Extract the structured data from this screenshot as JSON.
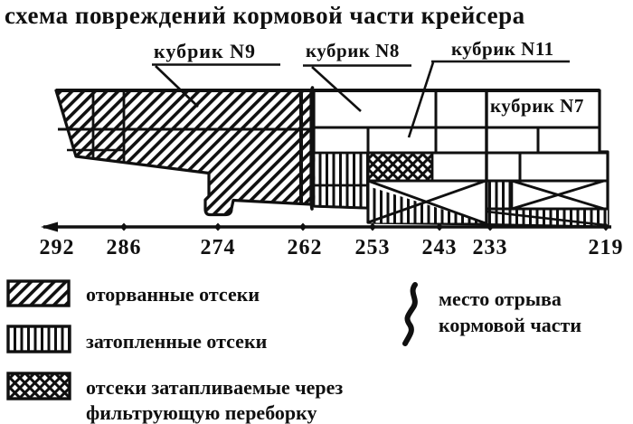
{
  "title": "схема повреждений кормовой части крейсера",
  "diagram": {
    "description": "damage scheme of cruiser stern section",
    "compartment_labels": [
      {
        "id": "n9",
        "label": "кубрик N9"
      },
      {
        "id": "n8",
        "label": "кубрик N8"
      },
      {
        "id": "n11",
        "label": "кубрик N11"
      },
      {
        "id": "n7",
        "label": "кубрик N7"
      }
    ],
    "axis": {
      "frame_numbers": [
        "292",
        "286",
        "274",
        "262",
        "253",
        "243",
        "233",
        "219"
      ]
    }
  },
  "legend": {
    "items": [
      {
        "pattern": "diagonal-hatch",
        "label": "оторванные отсеки"
      },
      {
        "pattern": "vertical-stripes",
        "label": "затопленные отсеки"
      },
      {
        "pattern": "crosshatch",
        "label_line1": "отсеки затапливаемые через",
        "label_line2": "фильтрующую переборку"
      }
    ],
    "break_marker": {
      "symbol": "wavy-line",
      "label_line1": "место  отрыва",
      "label_line2": "кормовой  части"
    }
  },
  "colors": {
    "ink": "#101010",
    "paper": "#ffffff"
  }
}
